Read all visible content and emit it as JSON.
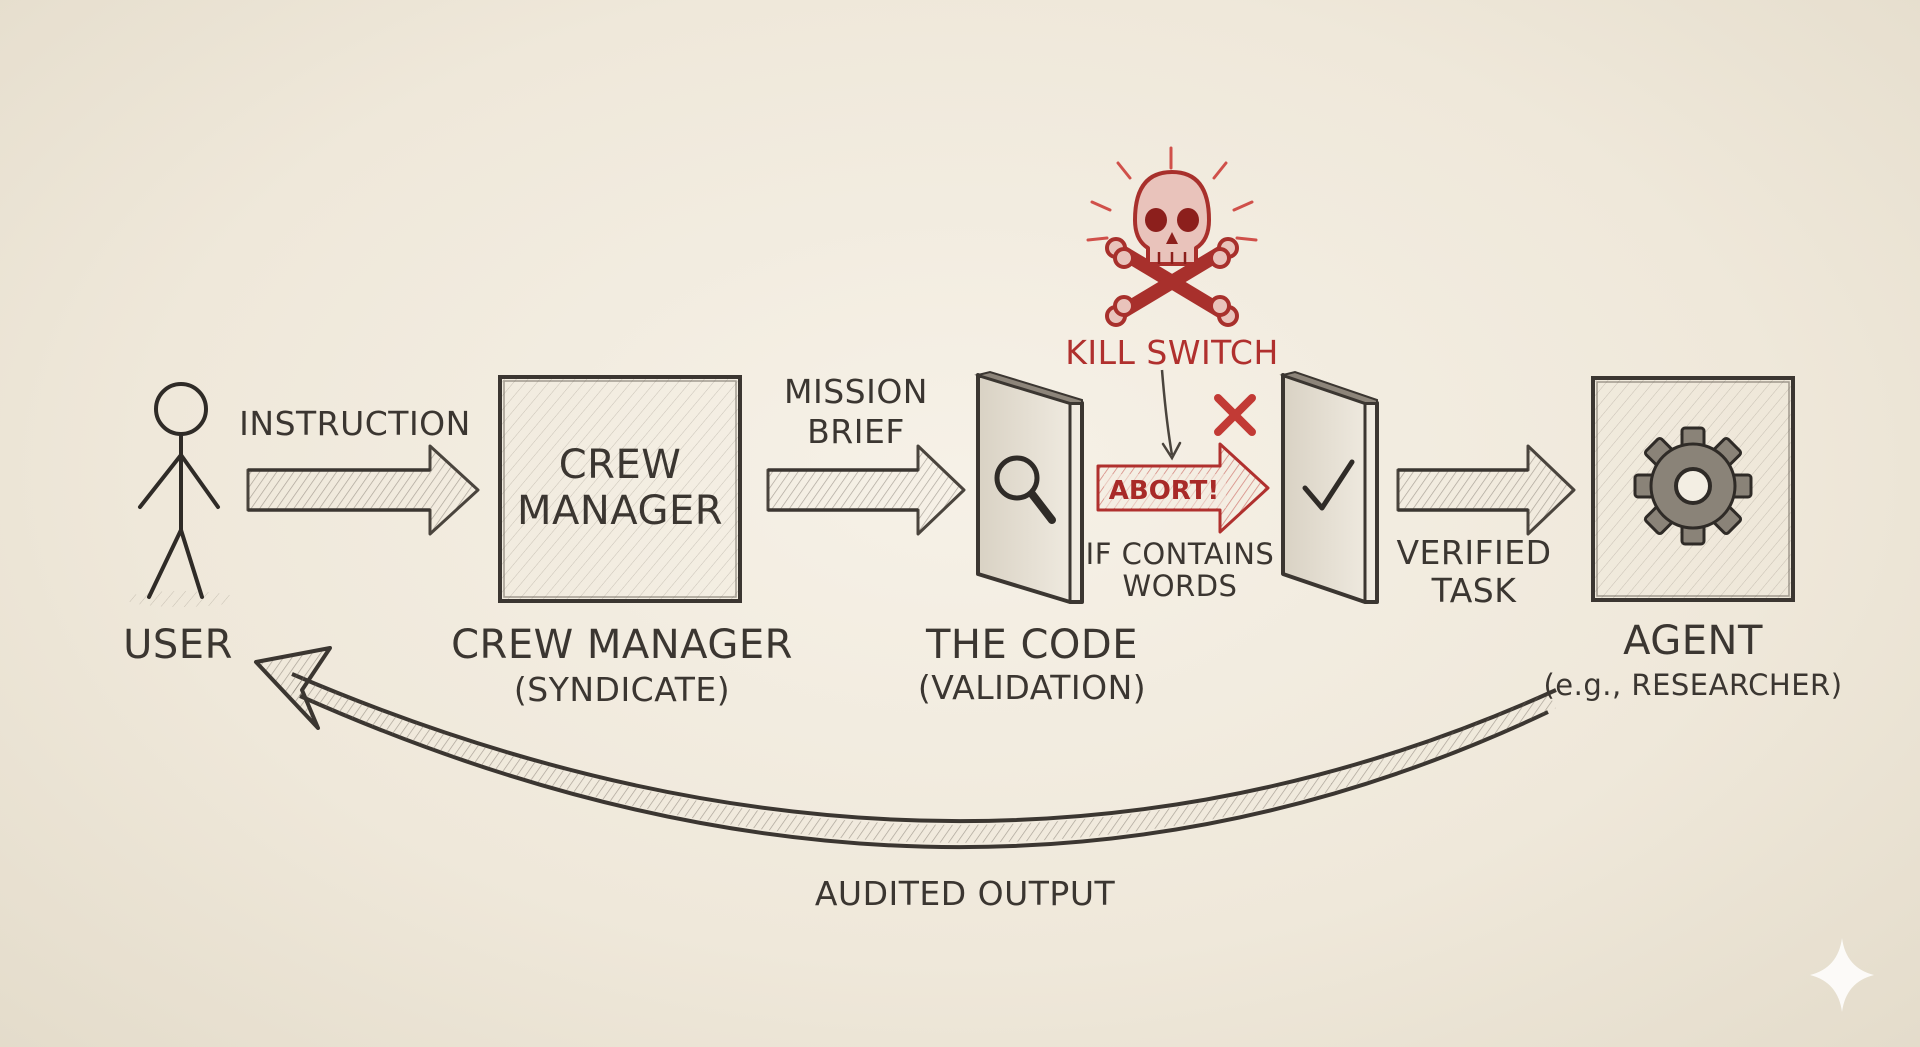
{
  "nodes": {
    "user": {
      "label": "USER"
    },
    "crew_manager": {
      "box_text": "CREW\nMANAGER",
      "label": "CREW MANAGER",
      "sublabel": "(SYNDICATE)"
    },
    "code": {
      "label": "THE CODE",
      "sublabel": "(VALIDATION)"
    },
    "agent": {
      "label": "AGENT",
      "sublabel": "(e.g., RESEARCHER)"
    }
  },
  "edges": {
    "instruction": "INSTRUCTION",
    "mission_brief": "MISSION\nBRIEF",
    "verified_task": "VERIFIED\nTASK",
    "audited_output": "AUDITED OUTPUT"
  },
  "kill_switch": {
    "label": "KILL SWITCH",
    "abort": "ABORT!",
    "condition": "IF CONTAINS\nWORDS"
  },
  "colors": {
    "ink": "#3b3631",
    "accent_red": "#b0302e",
    "paper": "#f3eee3"
  },
  "icons": [
    "stick-figure-icon",
    "magnifier-icon",
    "checkmark-icon",
    "gear-icon",
    "skull-crossbones-icon",
    "red-x-icon",
    "sparkle-icon"
  ]
}
